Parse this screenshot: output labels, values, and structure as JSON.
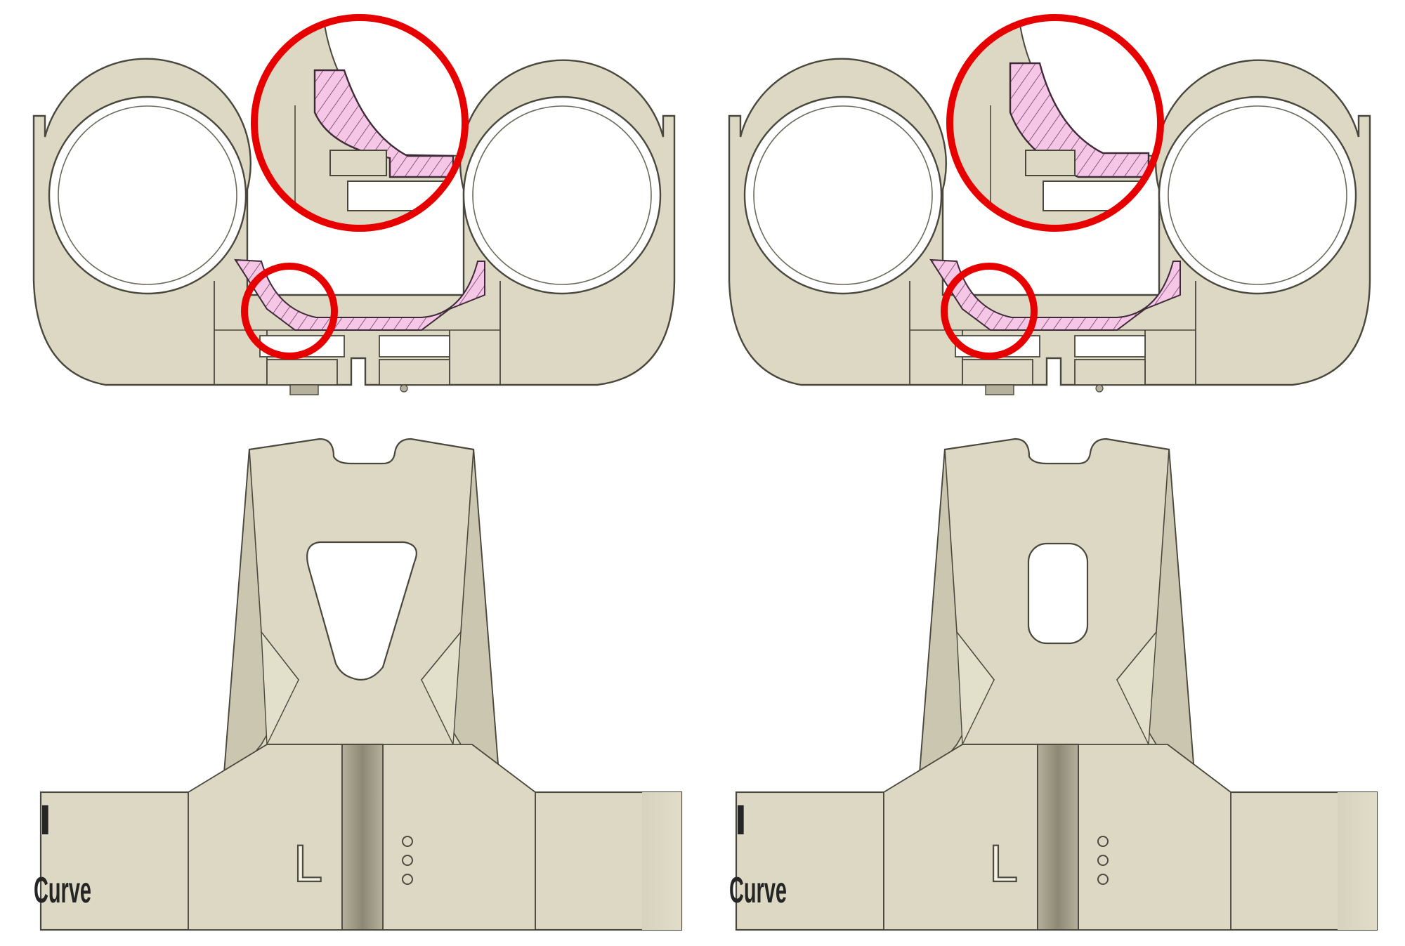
{
  "parts": [
    {
      "id": "left",
      "side_label": "L",
      "brand_text": "Curve",
      "brand_mark": "I",
      "cutout": "triangular"
    },
    {
      "id": "right",
      "side_label": "L",
      "brand_text": "Curve",
      "brand_mark": "I",
      "cutout": "rounded-rectangle"
    }
  ],
  "colors": {
    "body": "#dcd8c3",
    "body_shade": "#c9c4ad",
    "outline": "#4a473d",
    "section": "#f6c6e6",
    "highlight": "#e60000"
  },
  "icons": [
    "magnifier-circle",
    "hatched-section",
    "indicator-dots"
  ]
}
